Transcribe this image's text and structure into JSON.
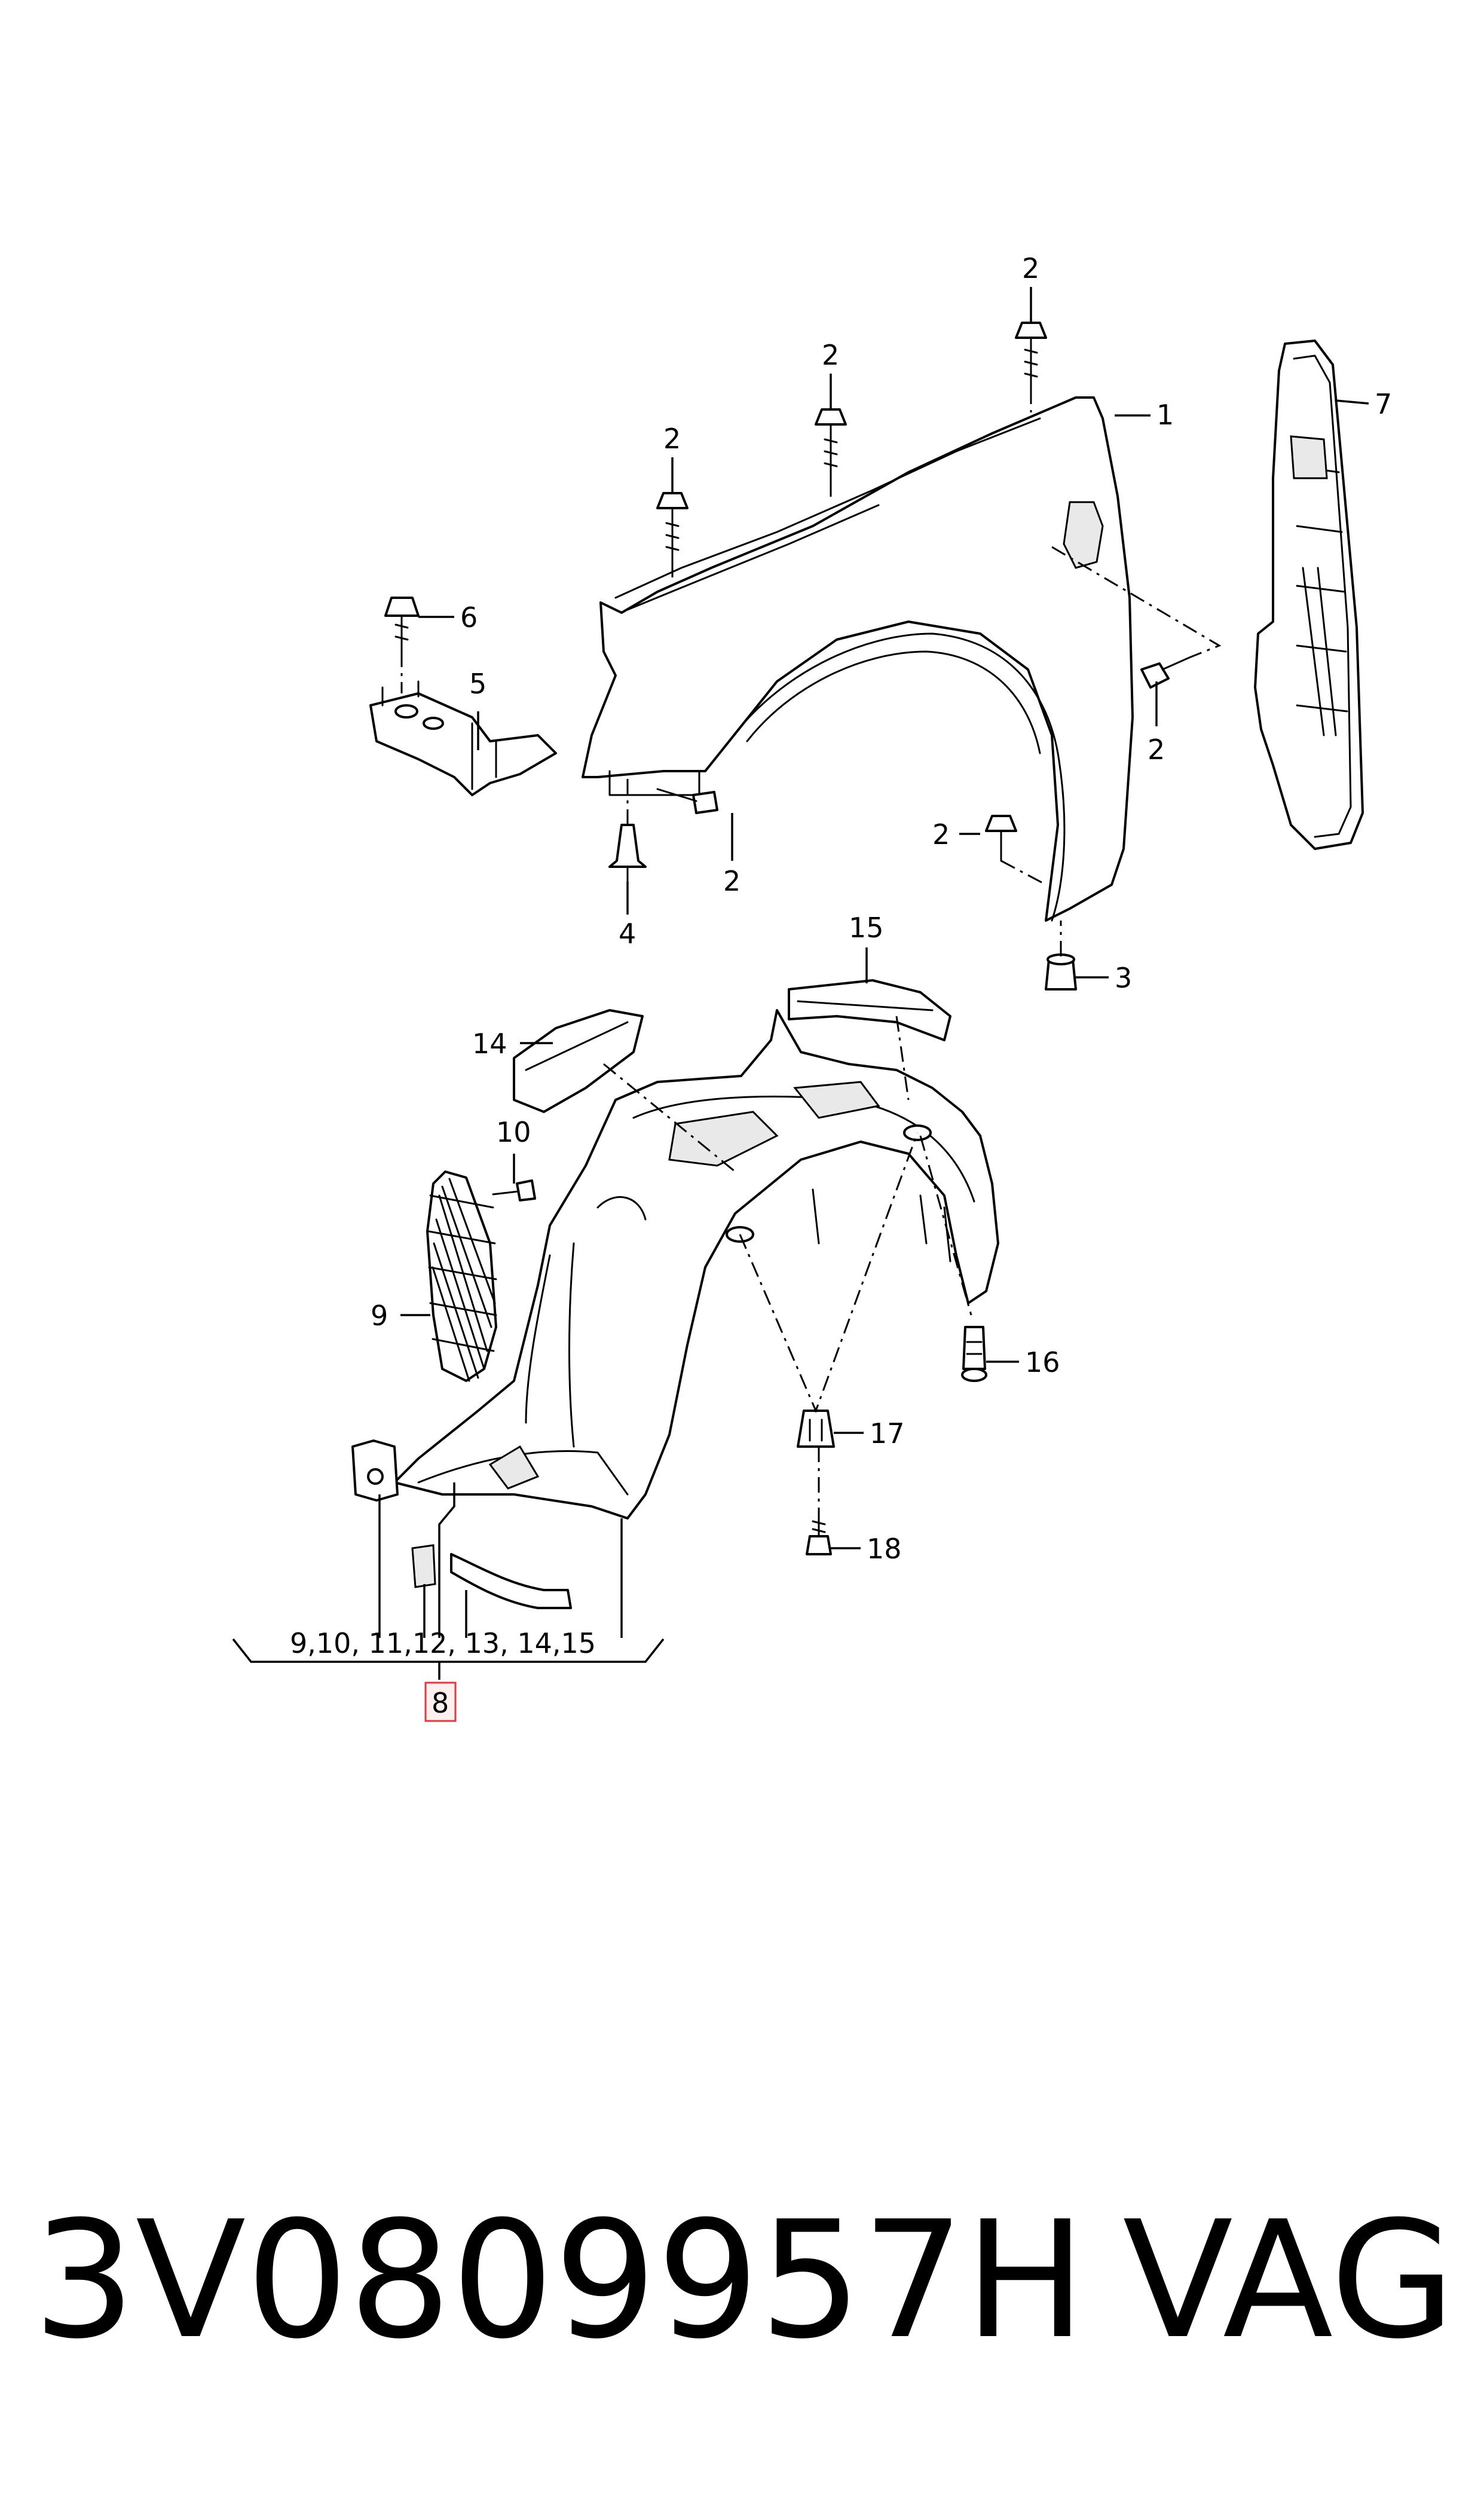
{
  "callouts": {
    "c1": "1",
    "c2": "2",
    "c3": "3",
    "c4": "4",
    "c5": "5",
    "c6": "6",
    "c7": "7",
    "c8": "8",
    "c9": "9",
    "c10": "10",
    "c14": "14",
    "c15": "15",
    "c16": "16",
    "c17": "17",
    "c18": "18",
    "group_list": "9,10, 11,12, 13, 14,15"
  },
  "highlight_color": "#e0393e",
  "footer": {
    "part_number": "3V0809957H",
    "brand": "VAG"
  }
}
